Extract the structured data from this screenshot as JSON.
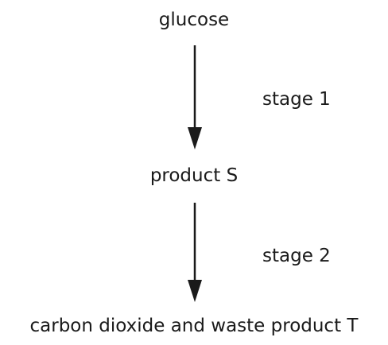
{
  "nodes": {
    "start": "glucose",
    "intermediate": "product S",
    "end": "carbon dioxide and waste product T"
  },
  "stages": {
    "first": "stage 1",
    "second": "stage 2"
  },
  "colors": {
    "text": "#1a1a1a",
    "arrow": "#1a1a1a",
    "background": "#ffffff"
  }
}
